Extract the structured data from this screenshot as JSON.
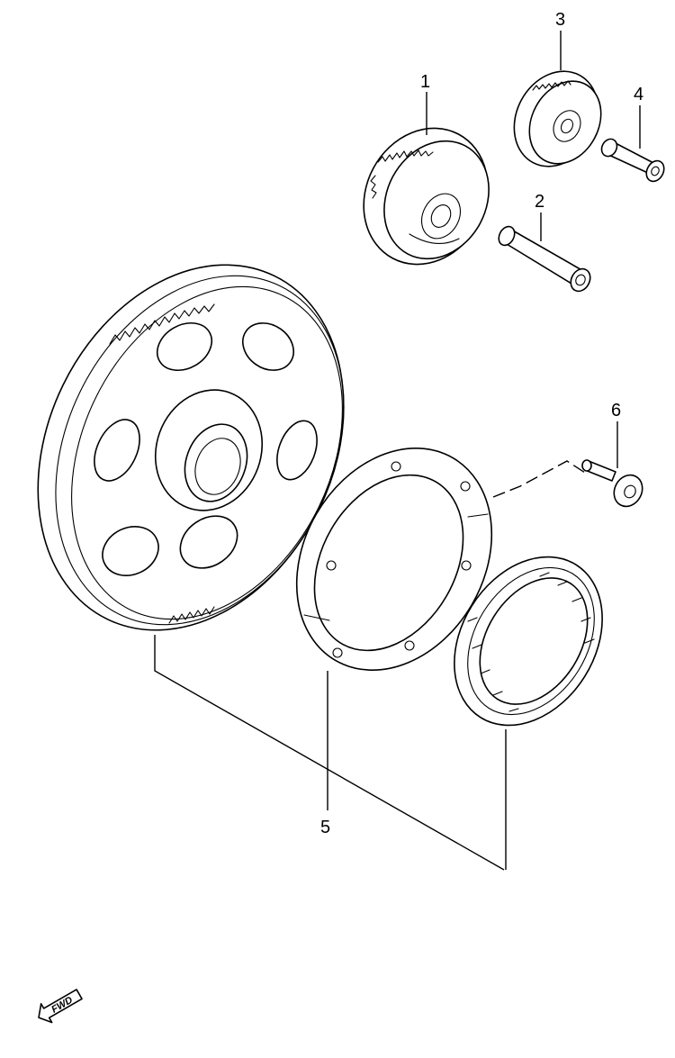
{
  "callouts": {
    "c1": "1",
    "c2": "2",
    "c3": "3",
    "c4": "4",
    "c5": "5",
    "c6": "6"
  },
  "fwd_badge": {
    "label": "FWD",
    "icon": "fwd-arrow-icon"
  },
  "parts": [
    {
      "callout": "1",
      "name": "starter-idle-gear-1"
    },
    {
      "callout": "2",
      "name": "idle-gear-shaft-1"
    },
    {
      "callout": "3",
      "name": "starter-idle-gear-2"
    },
    {
      "callout": "4",
      "name": "idle-gear-shaft-2"
    },
    {
      "callout": "5",
      "name": "starter-clutch-assembly"
    },
    {
      "callout": "6",
      "name": "starter-clutch-bolt"
    }
  ]
}
